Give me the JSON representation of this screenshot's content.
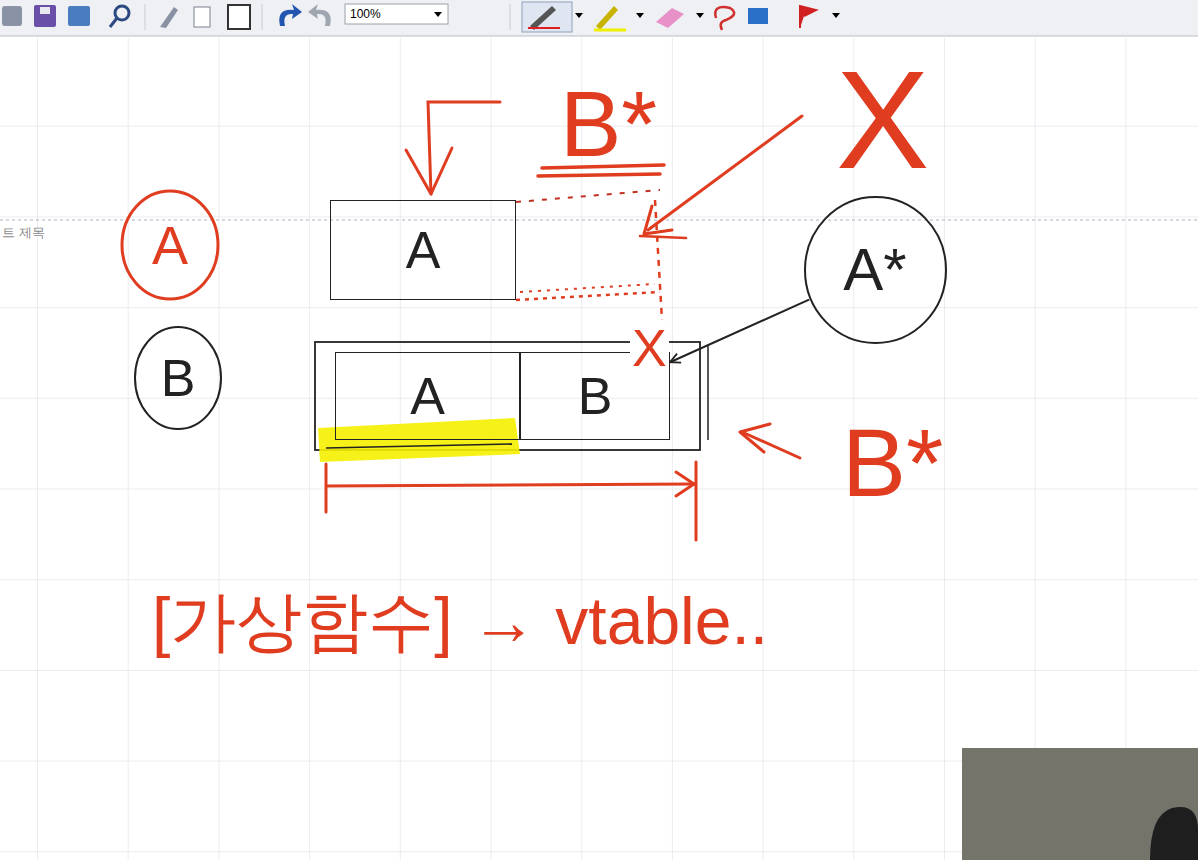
{
  "diagram": {
    "nodes": [
      {
        "text": [
          "A"
        ]
      },
      {
        "text": [
          "B"
        ]
      },
      {
        "text": [
          "A"
        ]
      },
      {
        "text": [
          "A"
        ]
      },
      {
        "text": [
          "B"
        ]
      },
      {
        "text": [
          "A*"
        ]
      }
    ],
    "edges": [
      {
        "from": 5,
        "to": 4,
        "arrow": "to"
      }
    ],
    "labels": [
      "100%",
      "트 제목",
      "B*",
      "X",
      "X",
      "B*",
      "[가상함수] → vtable.."
    ]
  }
}
